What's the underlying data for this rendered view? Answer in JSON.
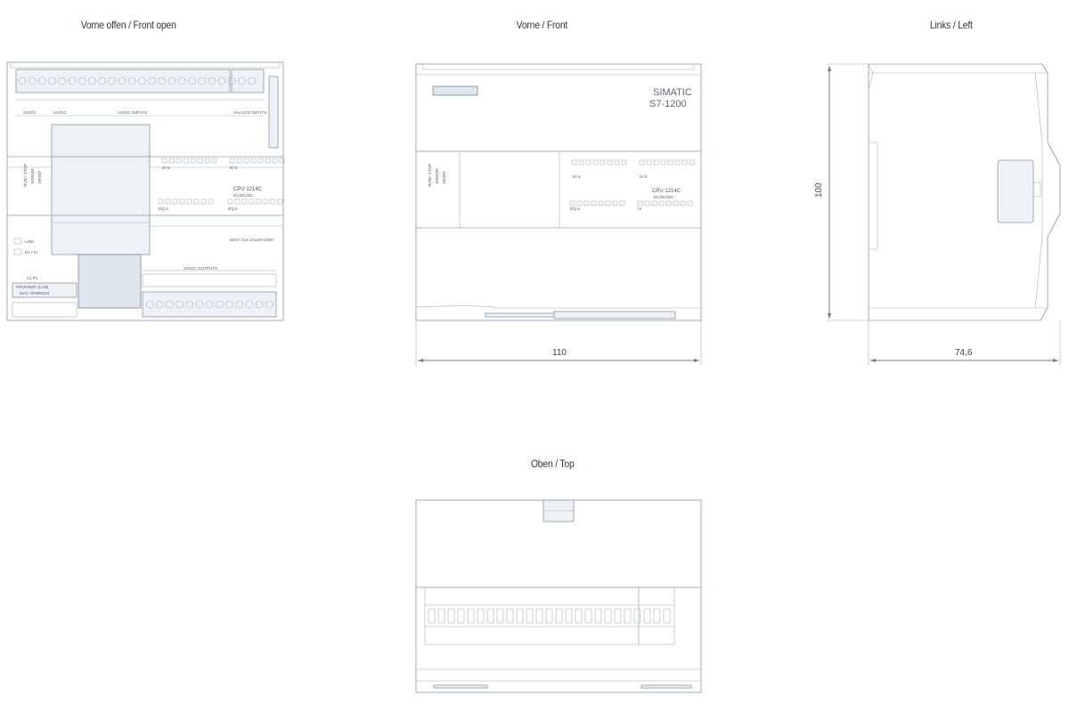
{
  "views": {
    "front_open": {
      "title": "Vorne offen / Front open"
    },
    "front": {
      "title": "Vorne / Front"
    },
    "left": {
      "title": "Links / Left"
    },
    "top": {
      "title": "Oben / Top"
    }
  },
  "labels": {
    "brand": "SIMATIC",
    "model": "S7-1200",
    "cpu_name": "CPU 1214C",
    "cpu_variant": "DC/DC/DC",
    "part_number": "6ES7 214-1AG40-0XB0",
    "inputs_label": "24VDC INPUTS",
    "outputs_label": "24VDC OUTPUTS",
    "supply_left": "24VDC",
    "supply_right": "24VDC",
    "analog_label": "ANALOG INPUTS",
    "profinet_label": "PROFINET (LAN)",
    "mac_label": "MAC ADDRESS",
    "x1_label": "X1 P1",
    "link_label": "LINK",
    "rxtx_label": "Rx / Tx",
    "status_run": "RUN / STOP",
    "status_error": "ERROR",
    "status_maint": "MAINT",
    "di_a": "DI a",
    "di_b": "DI b",
    "dq_a": "DQ a",
    "dq_b": "DQ b",
    "ai": "AI"
  },
  "dimensions": {
    "width": "110",
    "height": "100",
    "depth": "74,6"
  },
  "colors": {
    "line": "#8a96a4",
    "text": "#2e3640"
  }
}
